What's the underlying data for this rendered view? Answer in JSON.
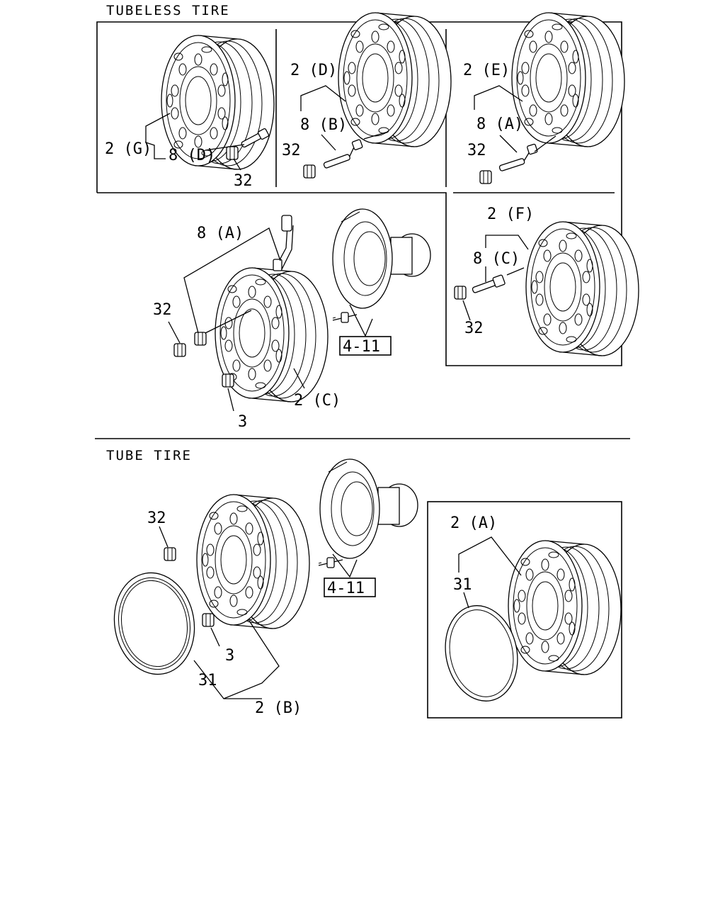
{
  "sections": {
    "tubeless_title": "TUBELESS TIRE",
    "tube_title": "TUBE TIRE"
  },
  "callouts": {
    "p2g": "2 (G)",
    "p8d": "8 (D)",
    "p32_a": "32",
    "p2d": "2 (D)",
    "p8b": "8 (B)",
    "p32_b": "32",
    "p2e": "2 (E)",
    "p8a_top": "8 (A)",
    "p32_c": "32",
    "p8a_main": "8 (A)",
    "p32_main": "32",
    "p2c": "2 (C)",
    "p3_main": "3",
    "p2f": "2 (F)",
    "p8c": "8 (C)",
    "p32_d": "32",
    "p32_tube": "32",
    "p3_tube": "3",
    "p31_tube": "31",
    "p2b": "2 (B)",
    "p2a": "2 (A)",
    "p31_inset": "31"
  },
  "references": {
    "upper": "4-11",
    "lower": "4-11"
  }
}
